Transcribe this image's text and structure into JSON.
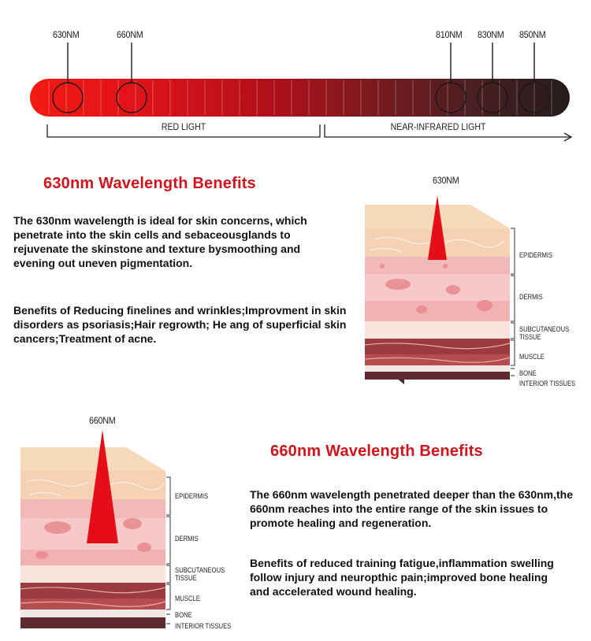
{
  "spectrum": {
    "markers": [
      {
        "label": "630NM",
        "nm": 630
      },
      {
        "label": "660NM",
        "nm": 660
      },
      {
        "label": "810NM",
        "nm": 810
      },
      {
        "label": "830NM",
        "nm": 830
      },
      {
        "label": "850NM",
        "nm": 850
      }
    ],
    "red_light_label": "RED LIGHT",
    "near_infrared_label": "NEAR-INFRARED LIGHT",
    "colors": {
      "red": "#ee1111",
      "dark": "#2a1a1c"
    }
  },
  "section_630": {
    "title": "630nm Wavelength Benefits",
    "para1": "The 630nm wavelength is ideal for skin concerns, which penetrate into the skin cells and sebaceousglands to rejuvenate the skinstone and texture bysmoothing and evening out uneven pigmentation.",
    "para2": "Benefits of Reducing finelines and wrinkles;Improvment in skin disorders as psoriasis;Hair regrowth; He ang of superficial skin cancers;Treatment of acne.",
    "beam_label": "630NM"
  },
  "section_660": {
    "title": "660nm Wavelength Benefits",
    "para1": "The 660nm wavelength penetrated deeper than the 630nm,the 660nm reaches into the entire range of the skin issues to promote healing and regeneration.",
    "para2": "Benefits of reduced training fatigue,inflammation swelling follow injury and neuropthic pain;improved bone healing and accelerated wound healing.",
    "beam_label": "660NM"
  },
  "skin_layers": {
    "epidermis": "EPIDERMIS",
    "dermis": "DERMIS",
    "subcutaneous_1": "SUBCUTANEOUS",
    "subcutaneous_2": "TISSUE",
    "muscle": "MUSCLE",
    "bone": "BONE",
    "interior": "INTERIOR TISSUES"
  }
}
